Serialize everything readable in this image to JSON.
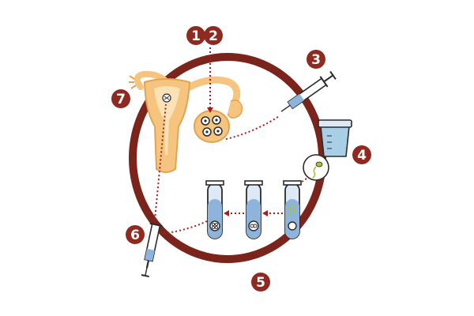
{
  "colors": {
    "ring": "#7b241c",
    "badge": "#8e2a20",
    "badge_text": "#ffffff",
    "uterus": "#f5c57f",
    "uterus_dark": "#e2a353",
    "dotted_path": "#a31f1f",
    "tube_liquid": "#8fb4dc",
    "tube_glass": "#dde9f4",
    "tube_outline": "#2b2b2b",
    "cup": "#a9cfe6",
    "sperm_green": "#a6c43a",
    "syringe_outline": "#2b2b2b"
  },
  "steps": [
    {
      "id": "1",
      "label": "1"
    },
    {
      "id": "2",
      "label": "2"
    },
    {
      "id": "3",
      "label": "3"
    },
    {
      "id": "4",
      "label": "4"
    },
    {
      "id": "5",
      "label": "5"
    },
    {
      "id": "6",
      "label": "6"
    },
    {
      "id": "7",
      "label": "7"
    }
  ],
  "icons": [
    "uterus-icon",
    "ovary-icon",
    "egg-cluster-icon",
    "syringe-icon",
    "specimen-cup-icon",
    "sperm-magnifier-icon",
    "test-tube-icon",
    "embryo-icon",
    "transfer-syringe-icon"
  ]
}
